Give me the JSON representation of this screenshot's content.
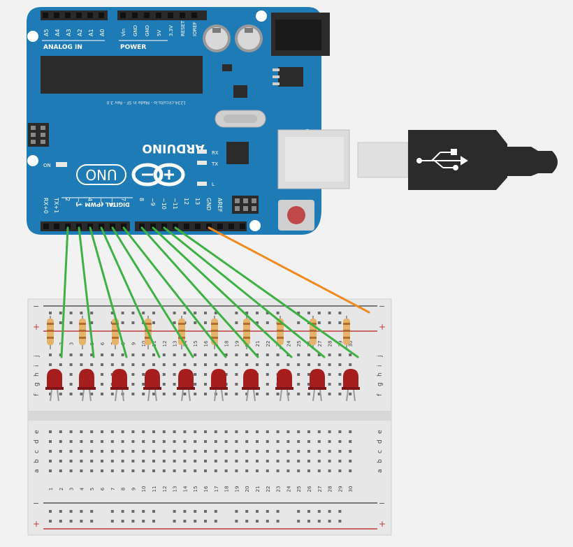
{
  "board": {
    "analog_header_label": "ANALOG IN",
    "analog_pins": [
      "A5",
      "A4",
      "A3",
      "A2",
      "A1",
      "A0"
    ],
    "power_header_label": "POWER",
    "power_pins": [
      "Vin",
      "GND",
      "GND",
      "5V",
      "3.3V",
      "RESET",
      "IOREF"
    ],
    "chip_caption": "1234.circuits.io - Made in SF - Rev 3.0",
    "brand": "ARDUINO",
    "model": "UNO",
    "led_labels": [
      "RX",
      "TX",
      "L"
    ],
    "on_label": "ON",
    "digital_header_label": "DIGITAL (PWM ~)",
    "digital_pins": [
      "RX+0",
      "TX+1",
      "2",
      "~3",
      "4",
      "~5",
      "~6",
      "7",
      "8",
      "~9",
      "~10",
      "~11",
      "12",
      "13",
      "GND",
      "AREF"
    ],
    "colors": {
      "pcb": "#1f7bb5",
      "header": "#2a2a2a",
      "silk": "#ffffff"
    }
  },
  "breadboard": {
    "row_letters_top": [
      "j",
      "i",
      "h",
      "g",
      "f"
    ],
    "row_letters_bottom": [
      "e",
      "d",
      "c",
      "b",
      "a"
    ],
    "column_numbers": [
      "1",
      "2",
      "3",
      "4",
      "5",
      "6",
      "7",
      "8",
      "9",
      "10",
      "11",
      "12",
      "13",
      "14",
      "15",
      "16",
      "17",
      "18",
      "19",
      "20",
      "21",
      "22",
      "23",
      "24",
      "25",
      "26",
      "27",
      "28",
      "29",
      "30"
    ],
    "rail_plus": "+",
    "rail_minus": "−",
    "colors": {
      "body": "#e7e7e7",
      "rail_red": "#c23b3b",
      "rail_dark": "#555555"
    }
  },
  "components": {
    "resistor_count": 10,
    "led_count": 10,
    "led_color": "#a51d1d",
    "resistor_color": "#e6b36b"
  },
  "wires": {
    "signal_color": "#3db143",
    "ground_color": "#ef8a20",
    "signal_count": 10
  },
  "usb": {
    "cable_color": "#2b2b2b",
    "plug_color": "#e0e0e0"
  }
}
